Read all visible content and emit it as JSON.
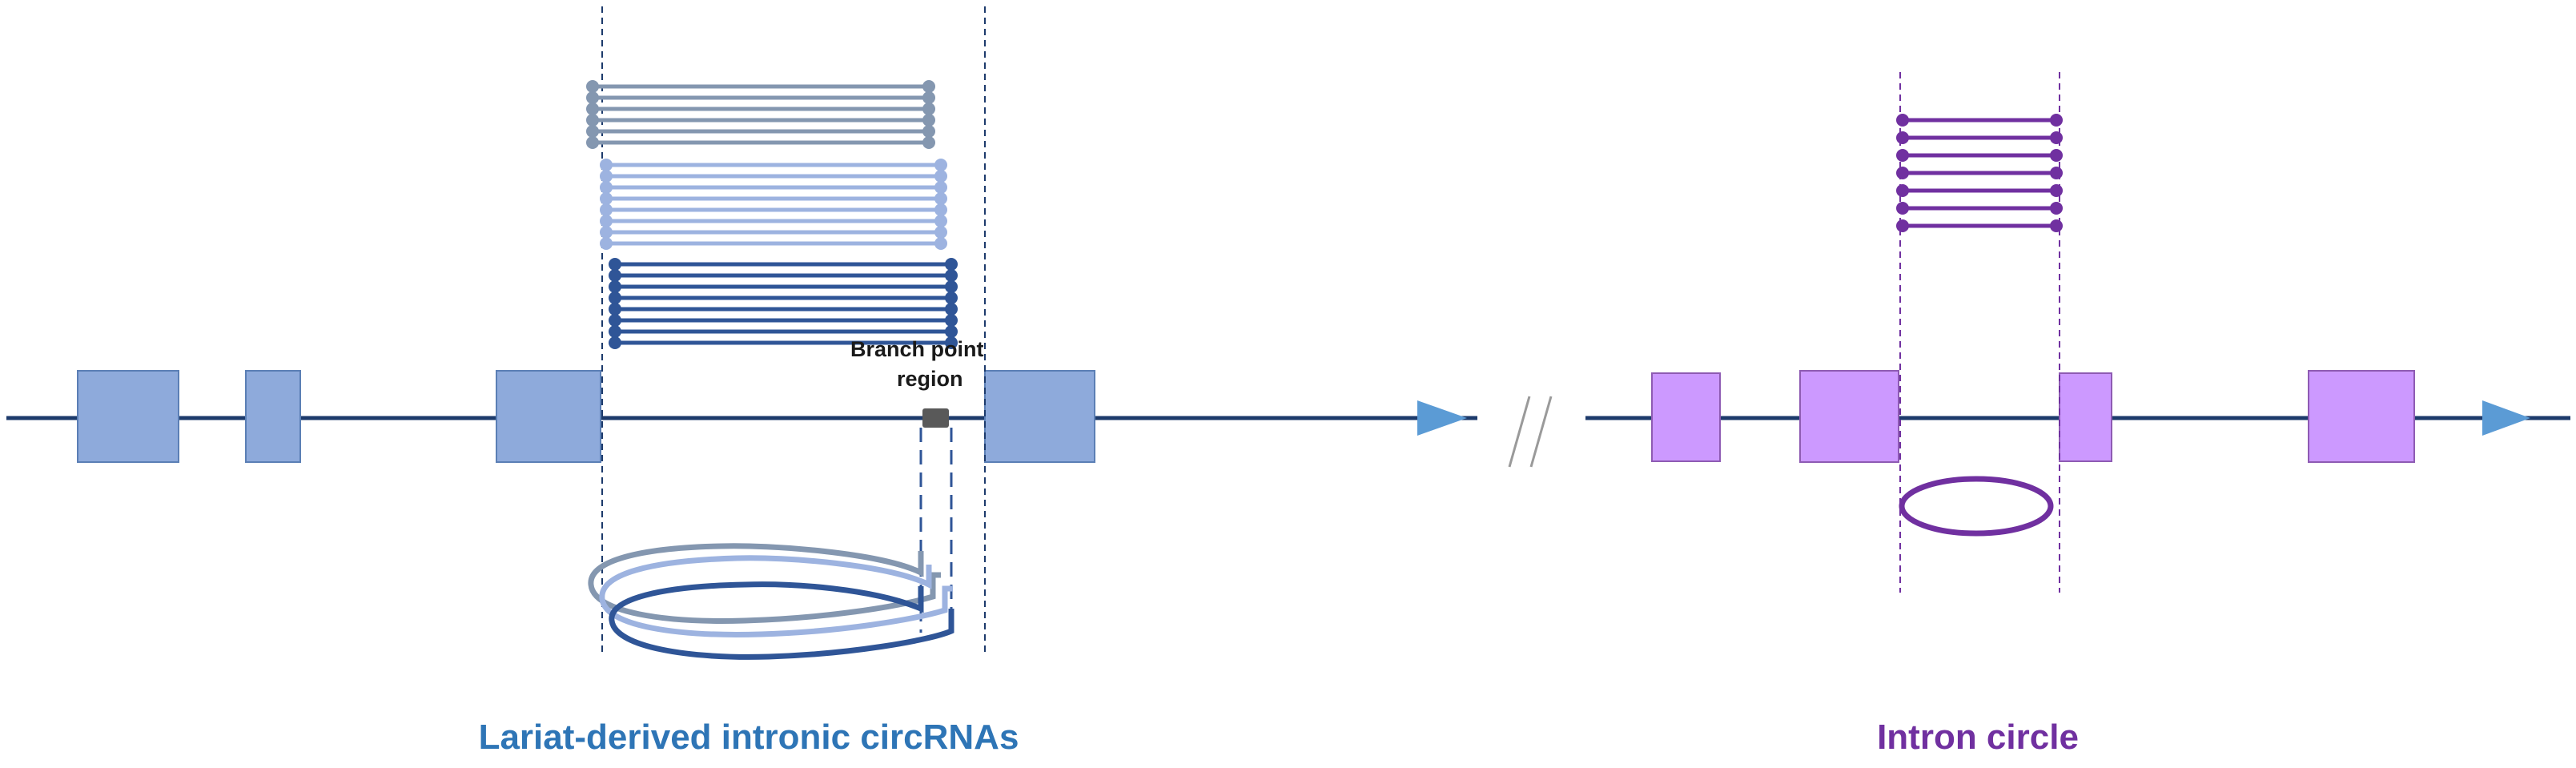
{
  "labels": {
    "branch_point": [
      "Branch point",
      "region"
    ],
    "left_caption": "Lariat-derived intronic circRNAs",
    "right_caption": "Intron circle"
  },
  "colors": {
    "backbone": "#1c3a6b",
    "exon_blue": "#8eaadb",
    "exon_blue_stroke": "#5b7fb5",
    "arrow_blue": "#5b9bd5",
    "read_grey_blue": "#8497b0",
    "read_light_blue": "#9db3e0",
    "read_dark_blue": "#2f5597",
    "branch_box": "#595959",
    "exon_purple": "#cc99ff",
    "exon_purple_stroke": "#8e5bb3",
    "read_purple": "#7030a0",
    "left_caption_color": "#2e75b6",
    "right_caption_color": "#7030a0"
  },
  "read_groups": {
    "grey_blue_count": 6,
    "light_blue_count": 8,
    "dark_blue_count": 8,
    "purple_count": 7
  },
  "icons": {
    "transcript_arrow": "triangle-arrow-icon",
    "axis_break": "double-slash-break-icon"
  }
}
